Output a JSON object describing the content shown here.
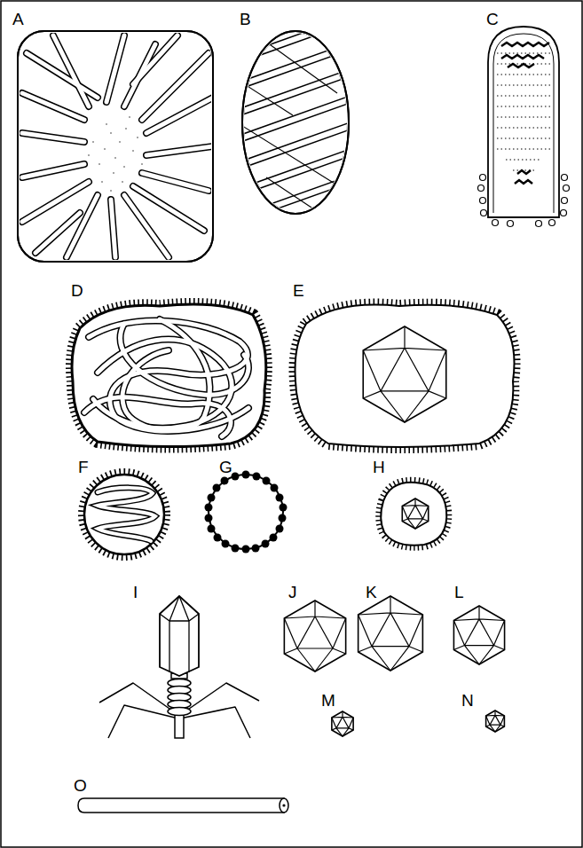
{
  "diagram": {
    "labels": [
      "A",
      "B",
      "C",
      "D",
      "E",
      "F",
      "G",
      "H",
      "I",
      "J",
      "K",
      "L",
      "M",
      "N",
      "O"
    ]
  }
}
